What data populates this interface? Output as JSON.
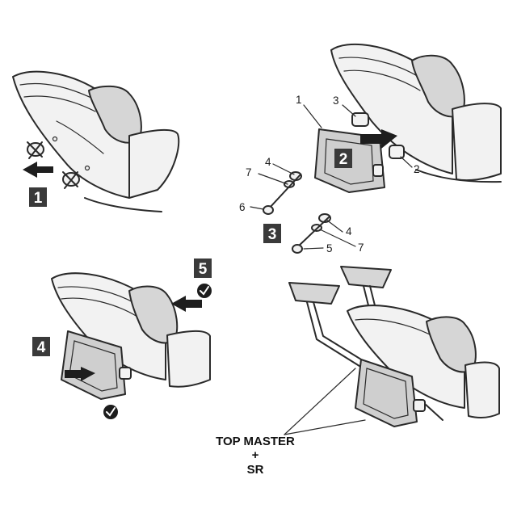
{
  "steps": {
    "step1": "1",
    "step2": "2",
    "step3": "3",
    "step4": "4",
    "step5": "5"
  },
  "callouts": {
    "panel2_frame": "1",
    "panel2_spacer_top": "3",
    "panel2_spacer_right": "2",
    "panel2_washer_left": "4",
    "panel2_washer_small_left": "7",
    "panel2_screw_left": "6",
    "panel2_washer_right": "4",
    "panel2_washer_small_right": "7",
    "panel2_screw_right": "5"
  },
  "product_label": {
    "line1": "TOP MASTER",
    "line2": "+",
    "line3": "SR"
  },
  "icons": {
    "remove": "crossed-screw-icon",
    "ok": "check-circle-icon",
    "direction": "push-arrow-icon"
  },
  "colors": {
    "ink": "#2a2a2a",
    "step_badge": "#3a3a3a",
    "plate_fill": "#cfcfcf"
  }
}
